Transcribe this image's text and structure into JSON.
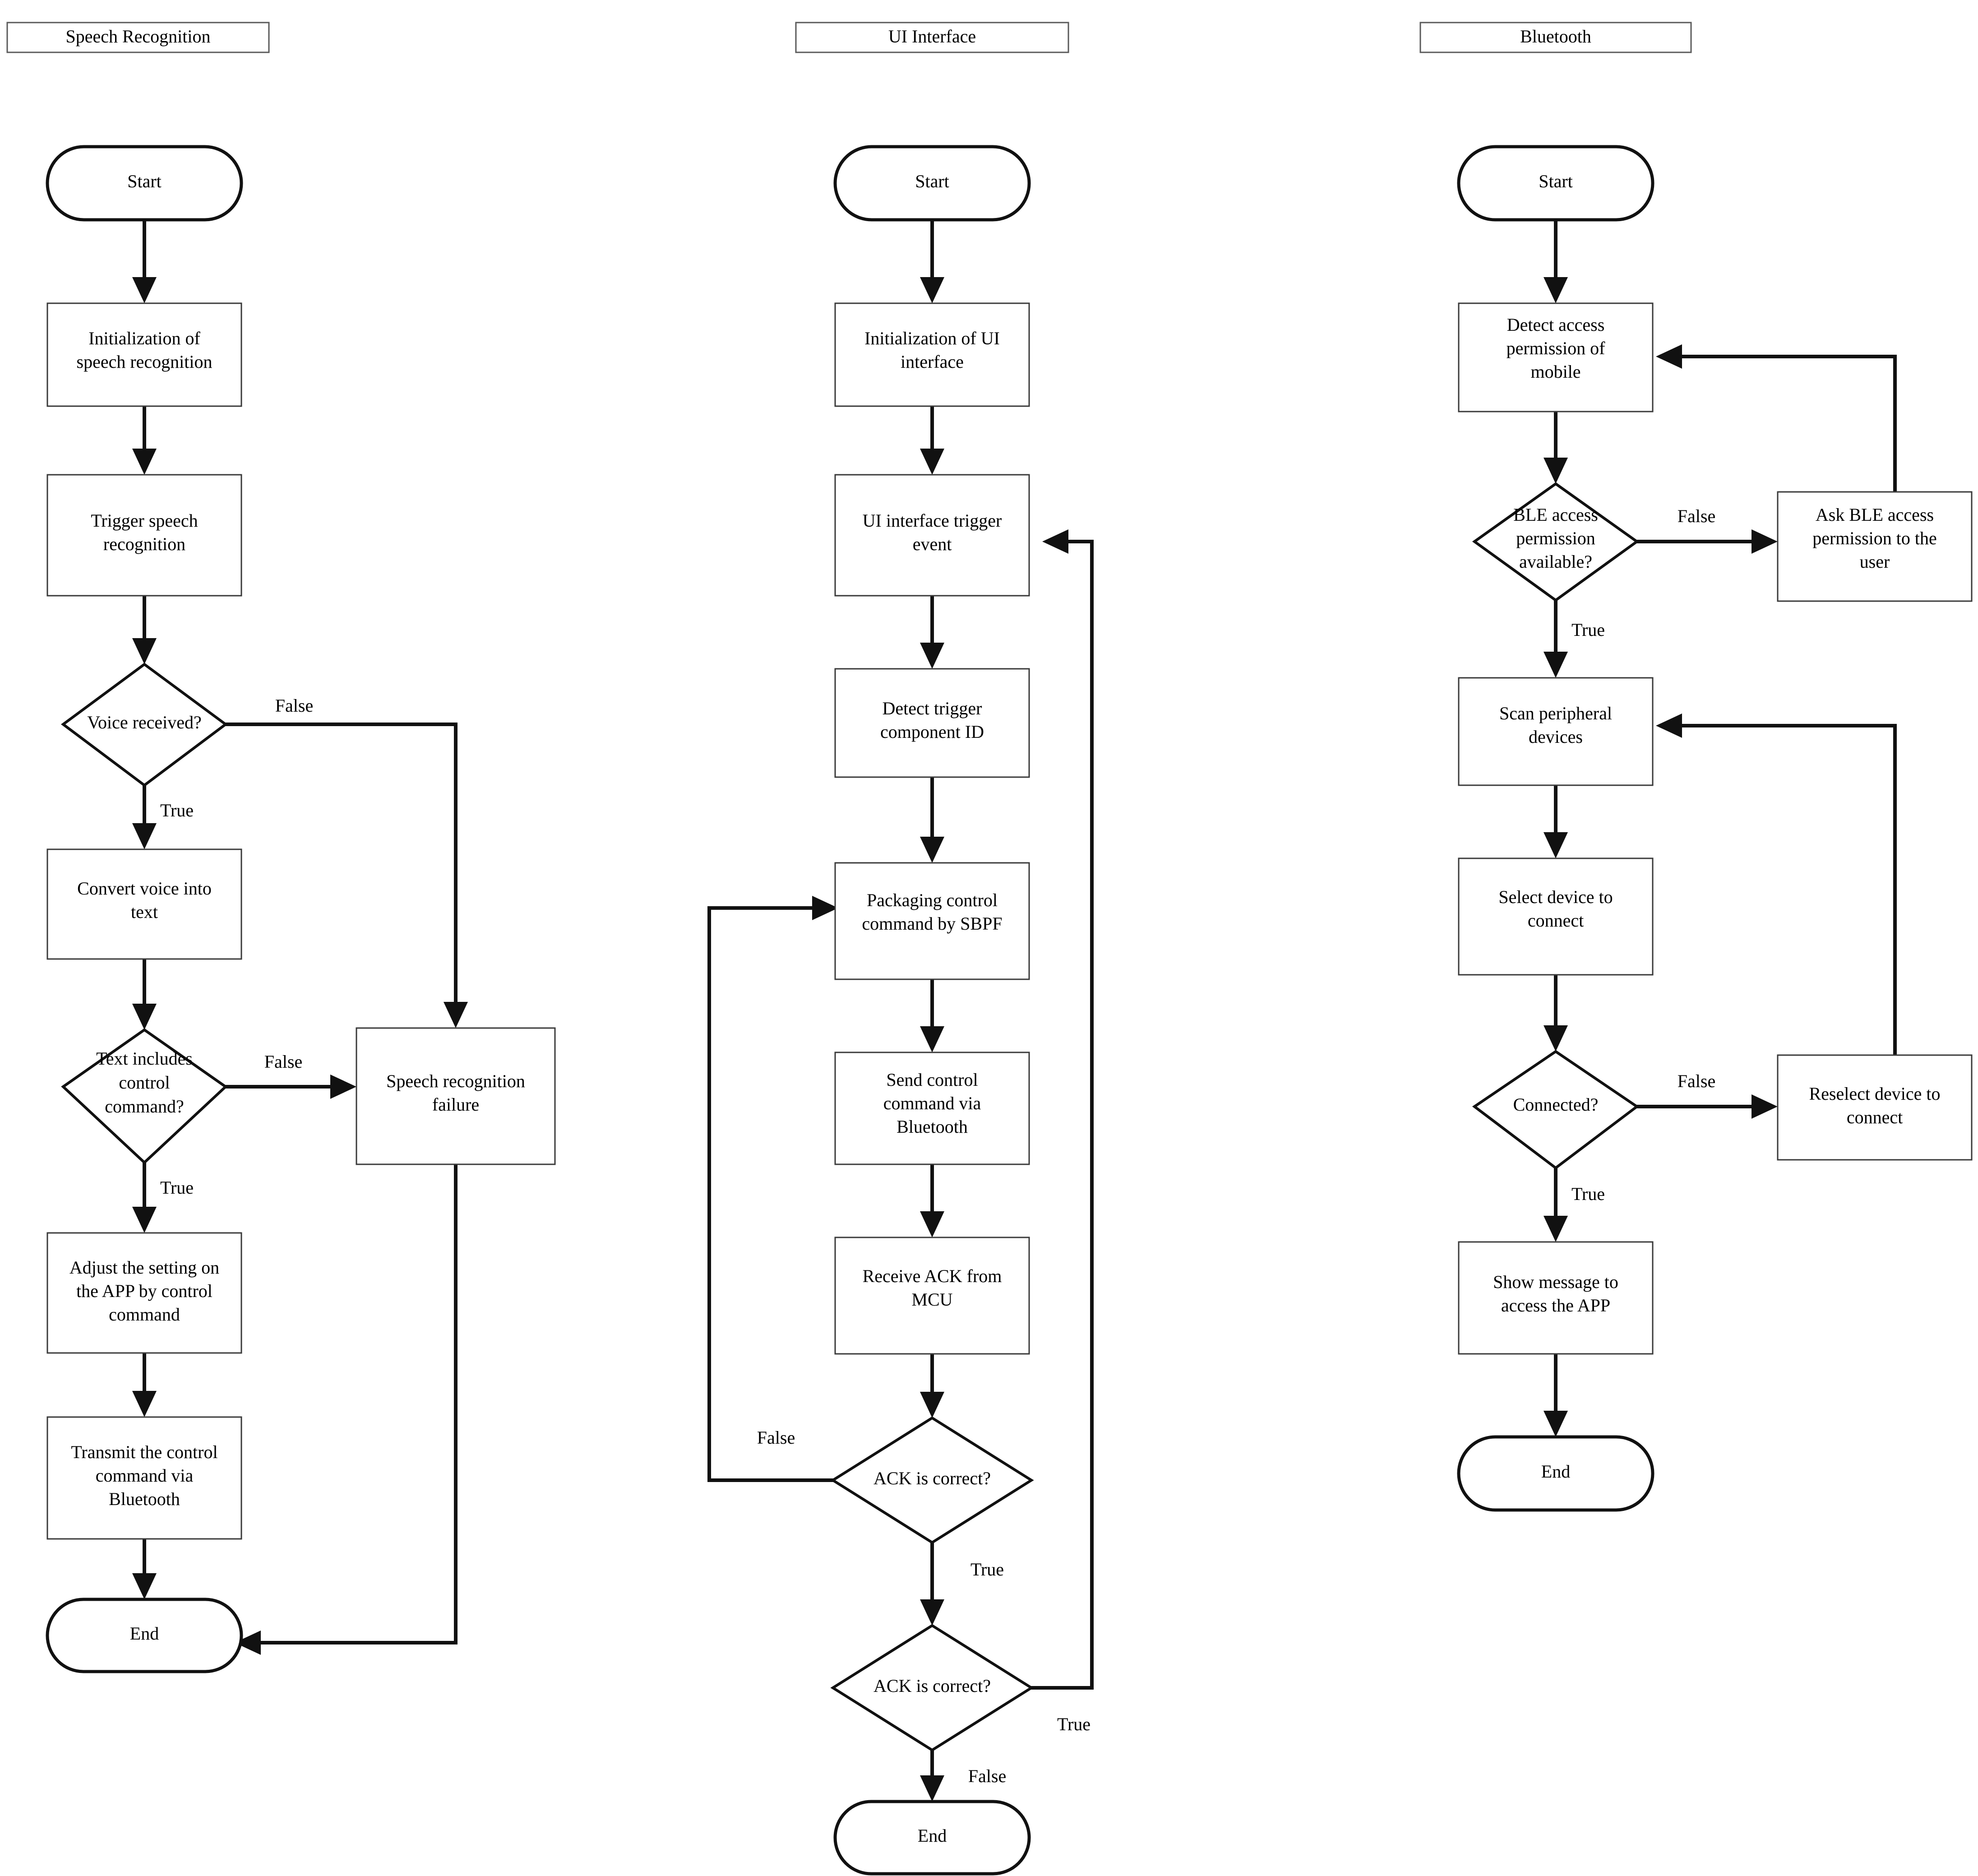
{
  "diagram": {
    "title": "Mobile APP control flowcharts",
    "type": "flowchart",
    "lanes": [
      {
        "id": "speech-recognition",
        "title": "Speech Recognition",
        "nodes": [
          {
            "id": "sr-start",
            "shape": "terminator",
            "label": "Start"
          },
          {
            "id": "sr-init",
            "shape": "process",
            "label": "Initialization of speech recognition"
          },
          {
            "id": "sr-trigger",
            "shape": "process",
            "label": "Trigger speech recognition"
          },
          {
            "id": "sr-voice",
            "shape": "decision",
            "label": "Voice received?"
          },
          {
            "id": "sr-convert",
            "shape": "process",
            "label": "Convert voice into text"
          },
          {
            "id": "sr-textinc",
            "shape": "decision",
            "label": "Text includes control command?"
          },
          {
            "id": "sr-fail",
            "shape": "process",
            "label": "Speech recognition failure"
          },
          {
            "id": "sr-adjust",
            "shape": "process",
            "label": "Adjust the setting on the APP by control command"
          },
          {
            "id": "sr-transmit",
            "shape": "process",
            "label": "Transmit the control command via Bluetooth"
          },
          {
            "id": "sr-end",
            "shape": "terminator",
            "label": "End"
          }
        ],
        "edges": [
          {
            "from": "sr-start",
            "to": "sr-init",
            "label": ""
          },
          {
            "from": "sr-init",
            "to": "sr-trigger",
            "label": ""
          },
          {
            "from": "sr-trigger",
            "to": "sr-voice",
            "label": ""
          },
          {
            "from": "sr-voice",
            "to": "sr-fail",
            "label": "False"
          },
          {
            "from": "sr-voice",
            "to": "sr-convert",
            "label": "True"
          },
          {
            "from": "sr-convert",
            "to": "sr-textinc",
            "label": ""
          },
          {
            "from": "sr-textinc",
            "to": "sr-fail",
            "label": "False"
          },
          {
            "from": "sr-textinc",
            "to": "sr-adjust",
            "label": "True"
          },
          {
            "from": "sr-adjust",
            "to": "sr-transmit",
            "label": ""
          },
          {
            "from": "sr-transmit",
            "to": "sr-end",
            "label": ""
          },
          {
            "from": "sr-fail",
            "to": "sr-end",
            "label": ""
          }
        ]
      },
      {
        "id": "ui-interface",
        "title": "UI Interface",
        "nodes": [
          {
            "id": "ui-start",
            "shape": "terminator",
            "label": "Start"
          },
          {
            "id": "ui-init",
            "shape": "process",
            "label": "Initialization of UI interface"
          },
          {
            "id": "ui-trigger",
            "shape": "process",
            "label": "UI interface trigger event"
          },
          {
            "id": "ui-detect",
            "shape": "process",
            "label": "Detect trigger component ID"
          },
          {
            "id": "ui-package",
            "shape": "process",
            "label": "Packaging control command by SBPF"
          },
          {
            "id": "ui-send",
            "shape": "process",
            "label": "Send control command via Bluetooth"
          },
          {
            "id": "ui-recv",
            "shape": "process",
            "label": "Receive ACK from MCU"
          },
          {
            "id": "ui-ack1",
            "shape": "decision",
            "label": "ACK is correct?"
          },
          {
            "id": "ui-ack2",
            "shape": "decision",
            "label": "ACK is correct?"
          },
          {
            "id": "ui-end",
            "shape": "terminator",
            "label": "End"
          }
        ],
        "edges": [
          {
            "from": "ui-start",
            "to": "ui-init",
            "label": ""
          },
          {
            "from": "ui-init",
            "to": "ui-trigger",
            "label": ""
          },
          {
            "from": "ui-trigger",
            "to": "ui-detect",
            "label": ""
          },
          {
            "from": "ui-detect",
            "to": "ui-package",
            "label": ""
          },
          {
            "from": "ui-package",
            "to": "ui-send",
            "label": ""
          },
          {
            "from": "ui-send",
            "to": "ui-recv",
            "label": ""
          },
          {
            "from": "ui-recv",
            "to": "ui-ack1",
            "label": ""
          },
          {
            "from": "ui-ack1",
            "to": "ui-package",
            "label": "False"
          },
          {
            "from": "ui-ack1",
            "to": "ui-ack2",
            "label": "True"
          },
          {
            "from": "ui-ack2",
            "to": "ui-trigger",
            "label": "True"
          },
          {
            "from": "ui-ack2",
            "to": "ui-end",
            "label": "False"
          }
        ]
      },
      {
        "id": "bluetooth",
        "title": "Bluetooth",
        "nodes": [
          {
            "id": "bt-start",
            "shape": "terminator",
            "label": "Start"
          },
          {
            "id": "bt-detect",
            "shape": "process",
            "label": "Detect access permission of mobile"
          },
          {
            "id": "bt-ble",
            "shape": "decision",
            "label": "BLE access permission available?"
          },
          {
            "id": "bt-ask",
            "shape": "process",
            "label": "Ask BLE access permission to the user"
          },
          {
            "id": "bt-scan",
            "shape": "process",
            "label": "Scan peripheral devices"
          },
          {
            "id": "bt-select",
            "shape": "process",
            "label": "Select device to connect"
          },
          {
            "id": "bt-connected",
            "shape": "decision",
            "label": "Connected?"
          },
          {
            "id": "bt-reselect",
            "shape": "process",
            "label": "Reselect device to connect"
          },
          {
            "id": "bt-show",
            "shape": "process",
            "label": "Show message to access the APP"
          },
          {
            "id": "bt-end",
            "shape": "terminator",
            "label": "End"
          }
        ],
        "edges": [
          {
            "from": "bt-start",
            "to": "bt-detect",
            "label": ""
          },
          {
            "from": "bt-detect",
            "to": "bt-ble",
            "label": ""
          },
          {
            "from": "bt-ble",
            "to": "bt-ask",
            "label": "False"
          },
          {
            "from": "bt-ask",
            "to": "bt-detect",
            "label": ""
          },
          {
            "from": "bt-ble",
            "to": "bt-scan",
            "label": "True"
          },
          {
            "from": "bt-scan",
            "to": "bt-select",
            "label": ""
          },
          {
            "from": "bt-select",
            "to": "bt-connected",
            "label": ""
          },
          {
            "from": "bt-connected",
            "to": "bt-reselect",
            "label": "False"
          },
          {
            "from": "bt-reselect",
            "to": "bt-scan",
            "label": ""
          },
          {
            "from": "bt-connected",
            "to": "bt-show",
            "label": "True"
          },
          {
            "from": "bt-show",
            "to": "bt-end",
            "label": ""
          }
        ]
      }
    ]
  },
  "labels": {
    "lane1_title": "Speech Recognition",
    "lane2_title": "UI Interface",
    "lane3_title": "Bluetooth",
    "sr_start": "Start",
    "sr_init_l1": "Initialization of",
    "sr_init_l2": "speech recognition",
    "sr_trigger_l1": "Trigger speech",
    "sr_trigger_l2": "recognition",
    "sr_voice": "Voice received?",
    "sr_voice_false": "False",
    "sr_voice_true": "True",
    "sr_convert_l1": "Convert voice into",
    "sr_convert_l2": "text",
    "sr_textinc_l1": "Text includes",
    "sr_textinc_l2": "control",
    "sr_textinc_l3": "command?",
    "sr_textinc_false": "False",
    "sr_textinc_true": "True",
    "sr_fail_l1": "Speech recognition",
    "sr_fail_l2": "failure",
    "sr_adjust_l1": "Adjust the setting on",
    "sr_adjust_l2": "the APP by control",
    "sr_adjust_l3": "command",
    "sr_transmit_l1": "Transmit the control",
    "sr_transmit_l2": "command via",
    "sr_transmit_l3": "Bluetooth",
    "sr_end": "End",
    "ui_start": "Start",
    "ui_init_l1": "Initialization of UI",
    "ui_init_l2": "interface",
    "ui_trigger_l1": "UI interface trigger",
    "ui_trigger_l2": "event",
    "ui_detect_l1": "Detect trigger",
    "ui_detect_l2": "component ID",
    "ui_package_l1": "Packaging control",
    "ui_package_l2": "command by SBPF",
    "ui_send_l1": "Send control",
    "ui_send_l2": "command via",
    "ui_send_l3": "Bluetooth",
    "ui_recv_l1": "Receive ACK from",
    "ui_recv_l2": "MCU",
    "ui_ack1": "ACK is correct?",
    "ui_ack1_false": "False",
    "ui_ack1_true": "True",
    "ui_ack2": "ACK is correct?",
    "ui_ack2_true": "True",
    "ui_ack2_false": "False",
    "ui_end": "End",
    "bt_start": "Start",
    "bt_detect_l1": "Detect access",
    "bt_detect_l2": "permission of",
    "bt_detect_l3": "mobile",
    "bt_ble_l1": "BLE access",
    "bt_ble_l2": "permission",
    "bt_ble_l3": "available?",
    "bt_ble_false": "False",
    "bt_ble_true": "True",
    "bt_ask_l1": "Ask BLE access",
    "bt_ask_l2": "permission to the",
    "bt_ask_l3": "user",
    "bt_scan_l1": "Scan peripheral",
    "bt_scan_l2": "devices",
    "bt_select_l1": "Select device to",
    "bt_select_l2": "connect",
    "bt_connected": "Connected?",
    "bt_connected_false": "False",
    "bt_connected_true": "True",
    "bt_reselect_l1": "Reselect device to",
    "bt_reselect_l2": "connect",
    "bt_show_l1": "Show message to",
    "bt_show_l2": "access the APP",
    "bt_end": "End"
  },
  "colors": {
    "background": "#ffffff",
    "stroke_dark": "#111111",
    "stroke_light": "#3a3a3a",
    "lane_border": "#5a5a5a",
    "text": "#000000"
  }
}
